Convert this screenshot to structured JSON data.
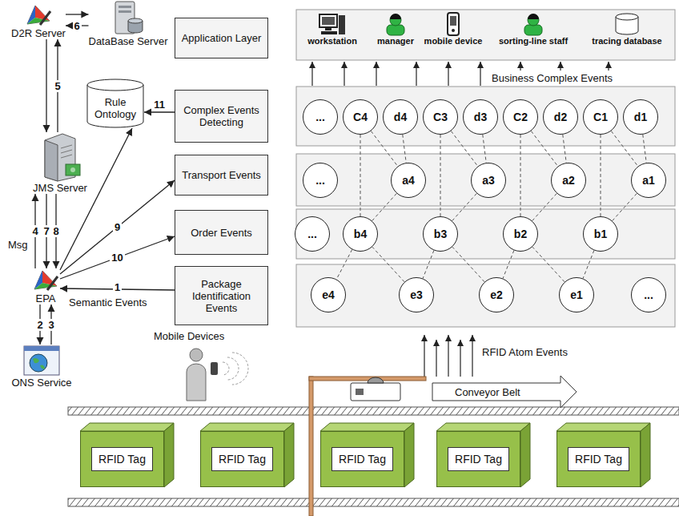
{
  "diagram": {
    "nodes": [
      {
        "text": [
          "D2R Server"
        ]
      },
      {
        "text": [
          "DataBase Server"
        ]
      },
      {
        "text": [
          "Application Layer"
        ]
      },
      {
        "text": [
          "workstation"
        ]
      },
      {
        "text": [
          "manager"
        ]
      },
      {
        "text": [
          "mobile device"
        ]
      },
      {
        "text": [
          "sorting-line staff"
        ]
      },
      {
        "text": [
          "tracing database"
        ]
      },
      {
        "text": [
          "Rule Ontology"
        ]
      },
      {
        "text": [
          "Complex Events Detecting"
        ]
      },
      {
        "text": [
          "..."
        ]
      },
      {
        "text": [
          "C4"
        ]
      },
      {
        "text": [
          "d4"
        ]
      },
      {
        "text": [
          "C3"
        ]
      },
      {
        "text": [
          "d3"
        ]
      },
      {
        "text": [
          "C2"
        ]
      },
      {
        "text": [
          "d2"
        ]
      },
      {
        "text": [
          "C1"
        ]
      },
      {
        "text": [
          "d1"
        ]
      },
      {
        "text": [
          "JMS Server"
        ]
      },
      {
        "text": [
          "Transport Events"
        ]
      },
      {
        "text": [
          "..."
        ]
      },
      {
        "text": [
          "a4"
        ]
      },
      {
        "text": [
          "a3"
        ]
      },
      {
        "text": [
          "a2"
        ]
      },
      {
        "text": [
          "a1"
        ]
      },
      {
        "text": [
          "Order Events"
        ]
      },
      {
        "text": [
          "..."
        ]
      },
      {
        "text": [
          "b4"
        ]
      },
      {
        "text": [
          "b3"
        ]
      },
      {
        "text": [
          "b2"
        ]
      },
      {
        "text": [
          "b1"
        ]
      },
      {
        "text": [
          "EPA"
        ]
      },
      {
        "text": [
          "Package Identification Events"
        ]
      },
      {
        "text": [
          "e4"
        ]
      },
      {
        "text": [
          "e3"
        ]
      },
      {
        "text": [
          "e2"
        ]
      },
      {
        "text": [
          "e1"
        ]
      },
      {
        "text": [
          "..."
        ]
      },
      {
        "text": [
          "ONS Service"
        ]
      },
      {
        "text": [
          "RFID Tag"
        ]
      },
      {
        "text": [
          "RFID Tag"
        ]
      },
      {
        "text": [
          "RFID Tag"
        ]
      },
      {
        "text": [
          "RFID Tag"
        ]
      },
      {
        "text": [
          "RFID Tag"
        ]
      }
    ],
    "edges": [
      {
        "from": 33,
        "to": 32,
        "label": "1",
        "arrow": "to"
      },
      {
        "from": 32,
        "to": 39,
        "label": "2",
        "arrow": "to"
      },
      {
        "from": 39,
        "to": 32,
        "label": "3",
        "arrow": "to"
      },
      {
        "from": 32,
        "to": 19,
        "label": "4",
        "arrow": "to"
      },
      {
        "from": 0,
        "to": 19,
        "arrow": "to"
      },
      {
        "from": 19,
        "to": 0,
        "label": "5",
        "arrow": "to"
      },
      {
        "from": 0,
        "to": 1,
        "arrow": "to"
      },
      {
        "from": 1,
        "to": 0,
        "label": "6",
        "arrow": "to"
      },
      {
        "from": 19,
        "to": 32,
        "label": "7",
        "arrow": "to"
      },
      {
        "from": 19,
        "to": 32,
        "label": "8",
        "arrow": "to"
      },
      {
        "from": 32,
        "to": 20,
        "label": "9",
        "arrow": "to"
      },
      {
        "from": 32,
        "to": 26,
        "label": "10",
        "arrow": "to"
      },
      {
        "from": 32,
        "to": 8,
        "arrow": "to"
      },
      {
        "from": 9,
        "to": 8,
        "label": "11",
        "arrow": "to"
      },
      {
        "from": 11,
        "to": 22,
        "arrow": "none"
      },
      {
        "from": 12,
        "to": 22,
        "arrow": "none"
      },
      {
        "from": 11,
        "to": 28,
        "arrow": "none"
      },
      {
        "from": 22,
        "to": 28,
        "arrow": "none"
      },
      {
        "from": 28,
        "to": 34,
        "arrow": "none"
      },
      {
        "from": 13,
        "to": 23,
        "arrow": "none"
      },
      {
        "from": 14,
        "to": 23,
        "arrow": "none"
      },
      {
        "from": 13,
        "to": 29,
        "arrow": "none"
      },
      {
        "from": 23,
        "to": 29,
        "arrow": "none"
      },
      {
        "from": 29,
        "to": 35,
        "arrow": "none"
      },
      {
        "from": 15,
        "to": 24,
        "arrow": "none"
      },
      {
        "from": 16,
        "to": 24,
        "arrow": "none"
      },
      {
        "from": 15,
        "to": 30,
        "arrow": "none"
      },
      {
        "from": 24,
        "to": 30,
        "arrow": "none"
      },
      {
        "from": 30,
        "to": 36,
        "arrow": "none"
      },
      {
        "from": 17,
        "to": 25,
        "arrow": "none"
      },
      {
        "from": 18,
        "to": 25,
        "arrow": "none"
      },
      {
        "from": 17,
        "to": 31,
        "arrow": "none"
      },
      {
        "from": 25,
        "to": 31,
        "arrow": "none"
      },
      {
        "from": 31,
        "to": 37,
        "arrow": "none"
      },
      {
        "from": 35,
        "to": 28,
        "arrow": "none"
      },
      {
        "from": 36,
        "to": 29,
        "arrow": "none"
      },
      {
        "from": 37,
        "to": 30,
        "arrow": "none"
      }
    ],
    "labels": [
      "Business Complex Events",
      "Msg",
      "Semantic Events",
      "Mobile Devices",
      "RFID Atom Events",
      "Conveyor Belt"
    ]
  }
}
